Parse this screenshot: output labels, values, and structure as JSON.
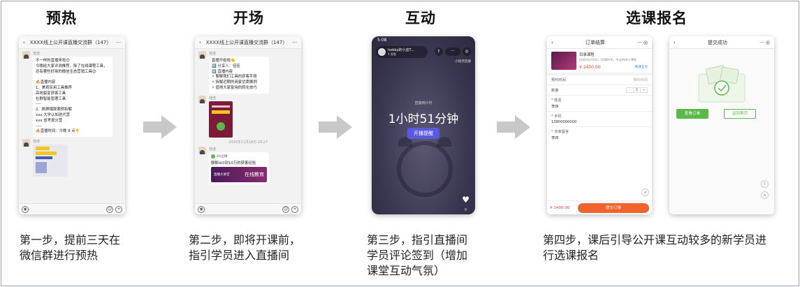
{
  "steps": [
    {
      "heading": "预热",
      "caption": "第一步，提前三天在\n微信群进行预热"
    },
    {
      "heading": "开场",
      "caption": "第二步，即将开课前，\n指引学员进入直播间"
    },
    {
      "heading": "互动",
      "caption": "第三步，指引直播间\n学员评论签到（增加\n课堂互动气氛）"
    },
    {
      "heading": "选课报名",
      "caption": "第四步，课后引导公开课互动较多的新学员进\n行选课报名"
    }
  ],
  "colors": {
    "accent_green": "#5ab94a",
    "accent_orange": "#f0632d",
    "live_bg": "#3e3b55",
    "price_red": "#e2412f",
    "arrow_gray": "#c8c8c8"
  },
  "phone1": {
    "title": "XXXX线上公开课直播交流群（147）",
    "sender": "佳佳",
    "message": "不一样的直播来啦😊\n今晚给大家评测推荐，除了在线课程工具，还有哪些好用的微信生态营销工具😊\n\n🔥直播内容\n1、美观实用工具推荐\n高效裂变获客工具\n社群智能管理工具\n----\n2、刷屏爆款案例拆解\nxxx 大学认知迭代营\nxxx 省考提分营\n----\n🔥直播时间：今晚 8 点👇",
    "sender2": "佳佳"
  },
  "phone2": {
    "title": "XXXX线上公开课直播交流群（147）",
    "sender": "佳佳",
    "message": "直播开始啦👏\n1️⃣ 分享人：佳佳\n2️⃣ 直播内容\n⚡ 聊聊我们工具的获客手段\n⚡ 拆解近期的商家优质案例\n⚡ 值得大家复用的转化技巧",
    "sender2": "佳佳",
    "timestamp": "2020年11月18日 20:27",
    "sender3": "佳佳",
    "card_app": "XX企微",
    "card_title": "聊聊从0到10万的获客经验",
    "card_banner": "在线教育",
    "card_sub": "直播大讲堂"
  },
  "phone3": {
    "status_time": "5:08",
    "room_name": "hobby的小店T...",
    "room_sub": "4 观看",
    "mini_label": "小程序直播",
    "countdown_label": "直播倒计时",
    "countdown": "1小时51分钟",
    "remind_button": "开播提醒",
    "like_count": "0"
  },
  "phone4": {
    "title": "订单结算",
    "product_name": "目录课程",
    "product_desc": "目前共计15节，56课时学，专业的网小课程",
    "price": "¥ 2400.00",
    "pay_tag": "到课支付",
    "appointment_label": "预约时间",
    "appointment_value": "预约时间",
    "qty_label": "数量",
    "qty": "1",
    "name_label": "姓名",
    "name_value": "李四",
    "phone_label": "手机",
    "phone_value": "13800000000",
    "note_label": "买家留言",
    "note_value": "李四",
    "total": "¥ 2400.00",
    "submit_button": "提交订单"
  },
  "phone5": {
    "title": "提交成功",
    "view_order_button": "查看订单",
    "back_home_button": "返回首页"
  }
}
